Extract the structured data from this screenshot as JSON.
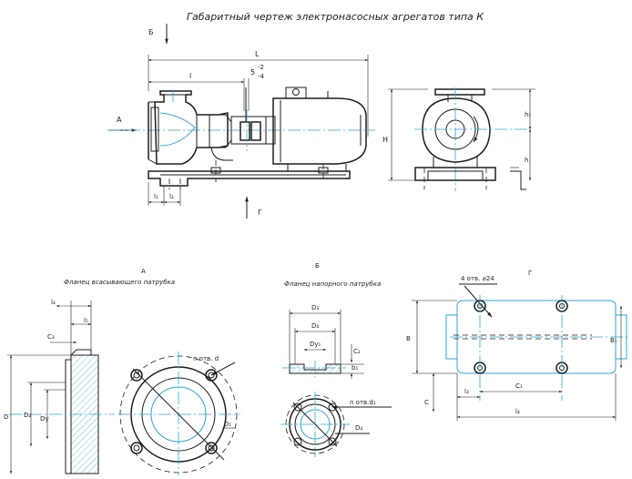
{
  "title": "Габаритный чертеж электронасосных агрегатов типа К",
  "main_view": {
    "dims": {
      "L": "L",
      "l": "l",
      "s": "5",
      "s_tol_upper": "-2",
      "s_tol_lower": "-4",
      "l1": "l₁",
      "l2": "l₂",
      "H": "H",
      "h": "h",
      "h1": "h₁"
    },
    "view_markers": {
      "A": "А",
      "B": "Б",
      "G": "Г"
    }
  },
  "view_a": {
    "label": "А",
    "caption": "Фланец всасывающего патрубка",
    "dims": {
      "l4": "l₄",
      "l5": "l₅",
      "c3": "C₃",
      "D": "D",
      "D2": "D₂",
      "Dy": "Dy",
      "D1": "D₁"
    },
    "holes_note": "n отв. d"
  },
  "view_b": {
    "label": "Б",
    "caption": "Фланец напорного патрубка",
    "dims": {
      "D3": "D₃",
      "D4": "D₄",
      "Dy1": "Dy₁",
      "c2": "C₂",
      "b1": "b₁",
      "D5": "D₄"
    },
    "holes_note": "n отв.d₁"
  },
  "view_g": {
    "label": "Г",
    "holes_note": "4 отв. ⌀24",
    "dims": {
      "B": "B",
      "B1": "B₁",
      "C": "C",
      "l3": "l₃",
      "C1": "C₁",
      "l4": "l₄"
    }
  },
  "colors": {
    "line": "#1e1e1e",
    "accent": "#2aa9d4",
    "background": "#ffffff"
  }
}
